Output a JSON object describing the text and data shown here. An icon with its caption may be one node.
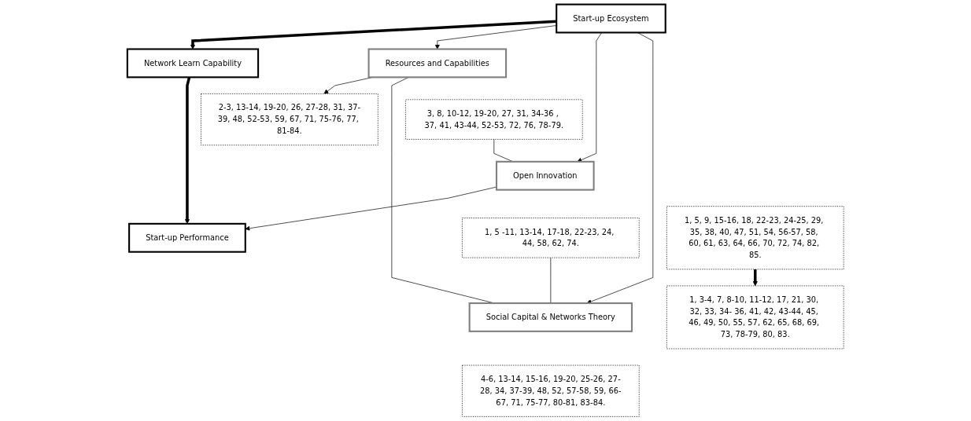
{
  "diagram": {
    "nodes": [
      {
        "text": [
          "Network Learn Capability"
        ]
      },
      {
        "text": [
          "2-3, 13-14, 19-20, 26, 27-28, 31, 37-39, 48, 52-53, 59, 67, 71, 75-76, 77, 81-84."
        ]
      },
      {
        "text": [
          "Start-up Ecosystem"
        ]
      },
      {
        "text": [
          "1, 5, 9, 15-16, 18, 22-23, 24-25, 29, 35, 38, 40, 47, 51, 54, 56-57, 58, 60, 61, 63, 64, 66, 70, 72, 74, 82, 85."
        ]
      },
      {
        "text": [
          "Resources and Capabilities"
        ]
      },
      {
        "text": [
          "3, 8, 10-12, 19-20, 27, 31, 34-36 , 37, 41, 43-44, 52-53, 72, 76, 78-79."
        ]
      },
      {
        "text": [
          "Open Innovation"
        ]
      },
      {
        "text": [
          "1, 5 -11, 13-14, 17-18, 22-23, 24, 44, 58, 62, 74."
        ]
      },
      {
        "text": [
          "Social Capital & Networks Theory"
        ]
      },
      {
        "text": [
          "4-6, 13-14, 15-16, 19-20, 25-26, 27-28, 34, 37-39, 48, 52, 57-58, 59, 66-67, 71, 75-77, 80-81, 83-84."
        ]
      },
      {
        "text": [
          "Start-up Performance"
        ]
      },
      {
        "text": [
          "1, 3-4, 7, 8-10, 11-12, 17, 21, 30, 32, 33, 34- 36, 41, 42, 43-44, 45, 46, 49, 50, 55, 57, 62, 65, 68, 69, 73, 78-79, 80, 83."
        ]
      }
    ],
    "edges": [
      {
        "from": 2,
        "to": 0,
        "arrow": "to",
        "style": "thick"
      },
      {
        "from": 0,
        "to": 10,
        "arrow": "to",
        "style": "thick"
      },
      {
        "from": 2,
        "to": 4,
        "arrow": "to"
      },
      {
        "from": 2,
        "to": 6,
        "arrow": "to"
      },
      {
        "from": 2,
        "to": 8,
        "arrow": "to"
      },
      {
        "from": 4,
        "to": 1,
        "arrow": "to"
      },
      {
        "from": 5,
        "to": 6,
        "arrow": "none"
      },
      {
        "from": 7,
        "to": 8,
        "arrow": "none"
      },
      {
        "from": 4,
        "to": 8,
        "arrow": "none"
      },
      {
        "from": 6,
        "to": 10,
        "arrow": "to"
      },
      {
        "from": 3,
        "to": 11,
        "arrow": "to",
        "style": "thick"
      }
    ]
  }
}
